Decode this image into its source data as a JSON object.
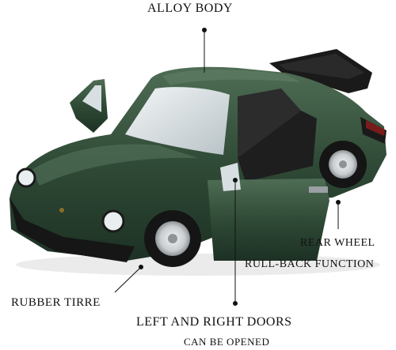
{
  "labels": {
    "alloy_body": "ALLOY BODY",
    "rear_wheel_line1": "REAR WHEEL",
    "rear_wheel_line2": "RULL-BACK FUNCTION",
    "rubber_tire": "RUBBER TIRRE",
    "doors_line1": "LEFT AND RIGHT DOORS",
    "doors_line2": "CAN BE OPENED"
  },
  "colors": {
    "body_green": "#2f4a36",
    "body_dark": "#1d3124",
    "body_light": "#4f6d55",
    "tire": "#151515",
    "rim": "#c9cdd0",
    "glass": "#dfe5e8",
    "label_text": "#111111"
  }
}
